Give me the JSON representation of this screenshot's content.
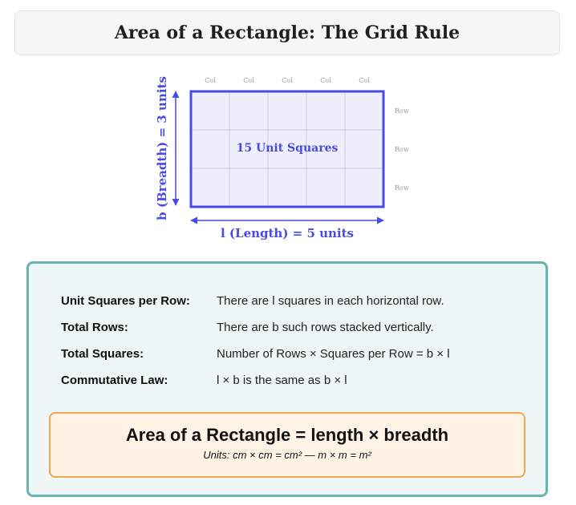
{
  "title": "Area of a Rectangle: The Grid Rule",
  "diagram": {
    "columns": 5,
    "rows": 3,
    "column_label": "Col",
    "row_label": "Row",
    "center_label": "15 Unit Squares",
    "length_label": "l (Length) = 5 units",
    "breadth_label": "b (Breadth) = 3 units",
    "colors": {
      "accent": "#4a4ae6",
      "fill": "#eeeefd",
      "gridline": "#c9c9d8",
      "muted": "#9a9a9a"
    }
  },
  "facts": [
    {
      "label": "Unit Squares per Row:",
      "text": "There are l squares in each horizontal row."
    },
    {
      "label": "Total Rows:",
      "text": "There are b such rows stacked vertically."
    },
    {
      "label": "Total Squares:",
      "text": "Number of Rows × Squares per Row = b × l"
    },
    {
      "label": "Commutative Law:",
      "text": "l × b is the same as b × l"
    }
  ],
  "formula": {
    "main": "Area of a Rectangle = length × breadth",
    "units": "Units:  cm × cm = cm²    —    m × m = m²"
  },
  "colors": {
    "info_border": "#6bb4ad",
    "info_bg": "#eef7f5",
    "formula_border": "#f2a654",
    "formula_bg": "#fff3e6"
  }
}
